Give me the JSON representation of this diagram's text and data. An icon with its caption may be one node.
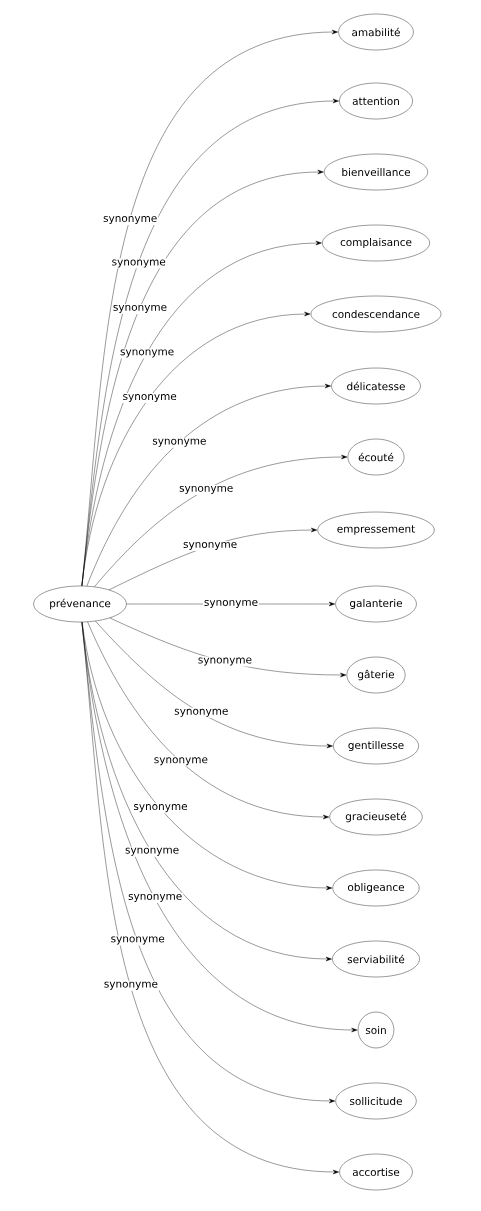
{
  "diagram": {
    "nodes": [
      {
        "text": [
          "prévenance"
        ]
      },
      {
        "text": [
          "amabilité"
        ]
      },
      {
        "text": [
          "attention"
        ]
      },
      {
        "text": [
          "bienveillance"
        ]
      },
      {
        "text": [
          "complaisance"
        ]
      },
      {
        "text": [
          "condescendance"
        ]
      },
      {
        "text": [
          "délicatesse"
        ]
      },
      {
        "text": [
          "écouté"
        ]
      },
      {
        "text": [
          "empressement"
        ]
      },
      {
        "text": [
          "galanterie"
        ]
      },
      {
        "text": [
          "gâterie"
        ]
      },
      {
        "text": [
          "gentillesse"
        ]
      },
      {
        "text": [
          "gracieuseté"
        ]
      },
      {
        "text": [
          "obligeance"
        ]
      },
      {
        "text": [
          "serviabilité"
        ]
      },
      {
        "text": [
          "soin"
        ]
      },
      {
        "text": [
          "sollicitude"
        ]
      },
      {
        "text": [
          "accortise"
        ]
      }
    ],
    "edges": [
      {
        "from": 0,
        "to": 1,
        "arrow": "to",
        "label": "synonyme"
      },
      {
        "from": 0,
        "to": 2,
        "arrow": "to",
        "label": "synonyme"
      },
      {
        "from": 0,
        "to": 3,
        "arrow": "to",
        "label": "synonyme"
      },
      {
        "from": 0,
        "to": 4,
        "arrow": "to",
        "label": "synonyme"
      },
      {
        "from": 0,
        "to": 5,
        "arrow": "to",
        "label": "synonyme"
      },
      {
        "from": 0,
        "to": 6,
        "arrow": "to",
        "label": "synonyme"
      },
      {
        "from": 0,
        "to": 7,
        "arrow": "to",
        "label": "synonyme"
      },
      {
        "from": 0,
        "to": 8,
        "arrow": "to",
        "label": "synonyme"
      },
      {
        "from": 0,
        "to": 9,
        "arrow": "to",
        "label": "synonyme"
      },
      {
        "from": 0,
        "to": 10,
        "arrow": "to",
        "label": "synonyme"
      },
      {
        "from": 0,
        "to": 11,
        "arrow": "to",
        "label": "synonyme"
      },
      {
        "from": 0,
        "to": 12,
        "arrow": "to",
        "label": "synonyme"
      },
      {
        "from": 0,
        "to": 13,
        "arrow": "to",
        "label": "synonyme"
      },
      {
        "from": 0,
        "to": 14,
        "arrow": "to",
        "label": "synonyme"
      },
      {
        "from": 0,
        "to": 15,
        "arrow": "to",
        "label": "synonyme"
      },
      {
        "from": 0,
        "to": 16,
        "arrow": "to",
        "label": "synonyme"
      },
      {
        "from": 0,
        "to": 17,
        "arrow": "to",
        "label": "synonyme"
      }
    ]
  }
}
